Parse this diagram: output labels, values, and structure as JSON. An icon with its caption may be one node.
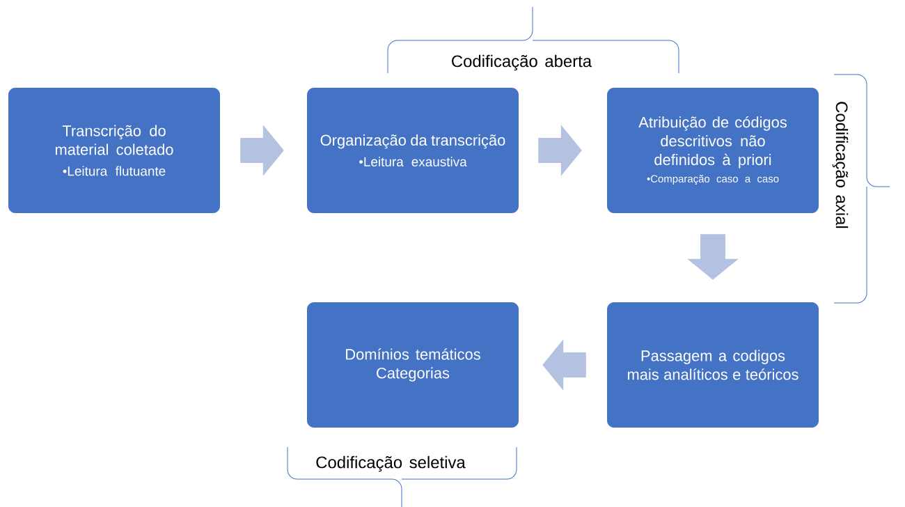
{
  "diagram": {
    "nodes": [
      {
        "text": [
          "Transcrição do material coletado",
          "•Leitura flutuante"
        ]
      },
      {
        "text": [
          "Organização da transcrição",
          "•Leitura exaustiva"
        ]
      },
      {
        "text": [
          "Atribuição de códigos descritivos não definidos à priori",
          "•Comparação caso a caso"
        ]
      },
      {
        "text": [
          "Passagem a codigos mais analíticos e teóricos"
        ]
      },
      {
        "text": [
          "Domínios temáticos",
          "Categorias"
        ]
      }
    ],
    "edges": [
      {
        "from": 0,
        "to": 1,
        "arrow": "to"
      },
      {
        "from": 1,
        "to": 2,
        "arrow": "to"
      },
      {
        "from": 2,
        "to": 3,
        "arrow": "to"
      },
      {
        "from": 3,
        "to": 4,
        "arrow": "to"
      }
    ],
    "labels": [
      "Codificação aberta",
      "Codificação axial",
      "Codificação seletiva"
    ]
  }
}
